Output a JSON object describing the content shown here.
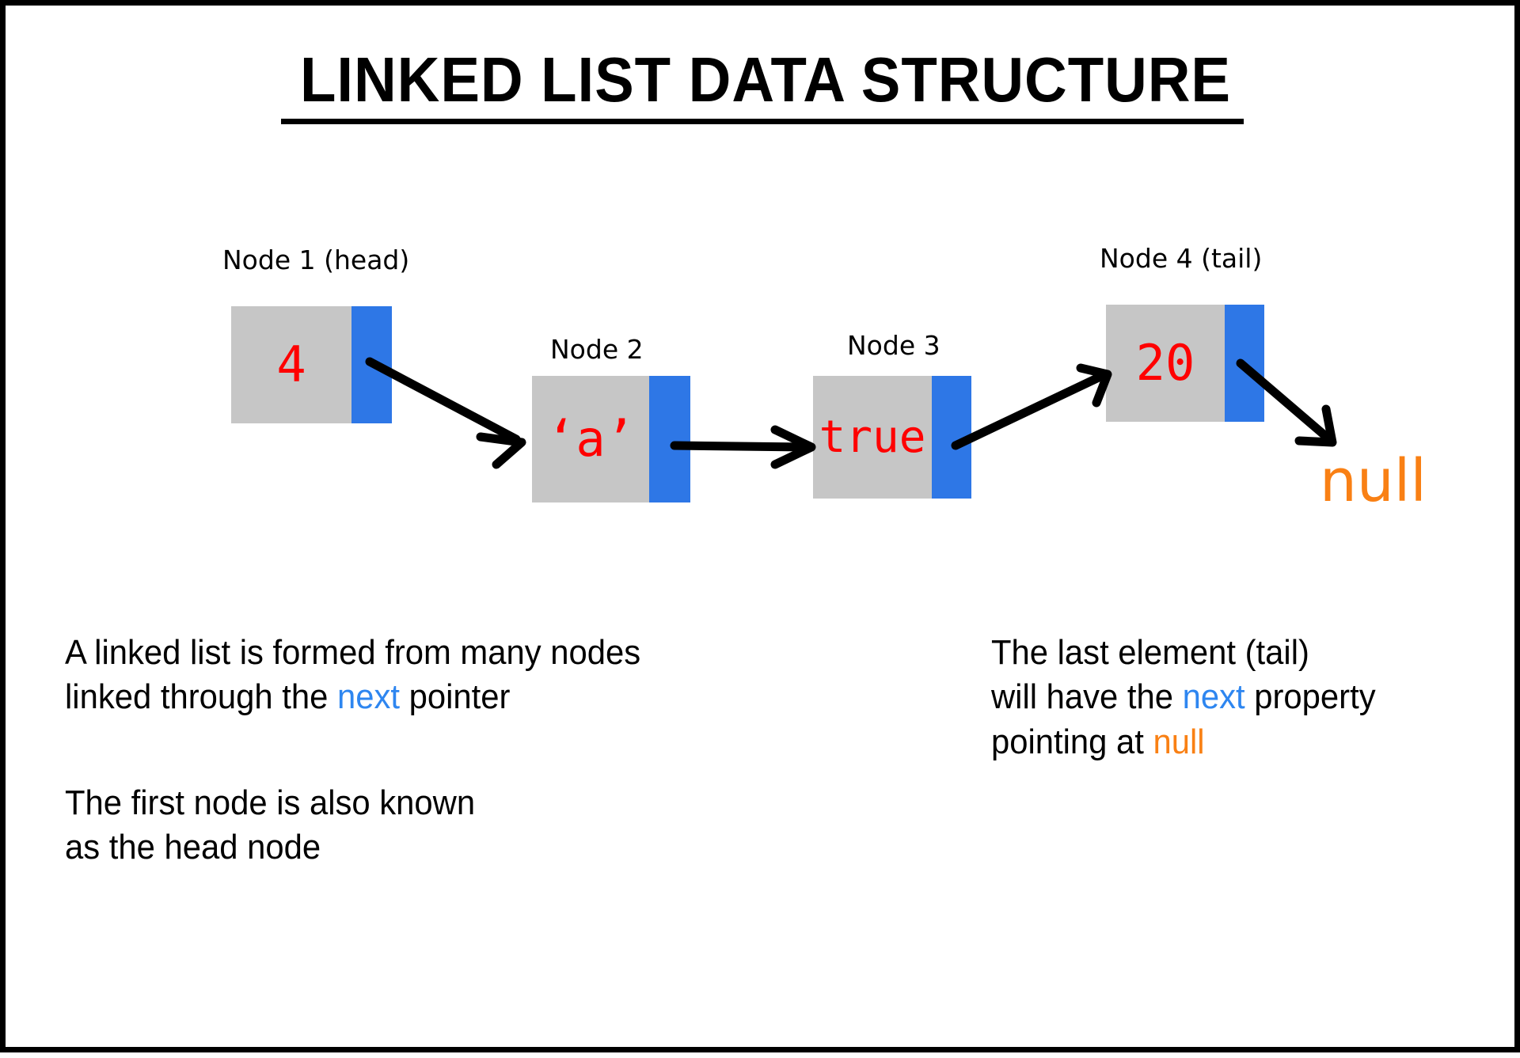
{
  "slide": {
    "title": "LINKED LIST DATA STRUCTURE",
    "background_color": "#ffffff",
    "border_color": "#000000"
  },
  "palette": {
    "node_data_gray": "#c6c6c6",
    "node_next_blue": "#2e77e6",
    "value_red": "#ff0000",
    "null_orange": "#f98014",
    "next_keyword_blue": "#2e86f0",
    "text_black": "#000000"
  },
  "nodes": [
    {
      "label": "Node 1 (head)",
      "value": "4",
      "next_color": "#2e77e6"
    },
    {
      "label": "Node 2",
      "value": "‘a’",
      "next_color": "#2e77e6"
    },
    {
      "label": "Node 3",
      "value": "true",
      "next_color": "#2e77e6"
    },
    {
      "label": "Node 4 (tail)",
      "value": "20",
      "next_color": "#2e77e6"
    }
  ],
  "terminator": {
    "label": "null"
  },
  "notes": {
    "left": [
      {
        "segments": [
          {
            "text": "A linked list is formed from many nodes",
            "style": "plain"
          }
        ]
      },
      {
        "segments": [
          {
            "text": "linked through the ",
            "style": "plain"
          },
          {
            "text": "next",
            "style": "next"
          },
          {
            "text": " pointer",
            "style": "plain"
          }
        ]
      },
      {
        "segments": [
          {
            "text": "The first node is also known",
            "style": "plain"
          }
        ]
      },
      {
        "segments": [
          {
            "text": "as the head node",
            "style": "plain"
          }
        ]
      }
    ],
    "right": [
      {
        "segments": [
          {
            "text": "The last element (tail)",
            "style": "plain"
          }
        ]
      },
      {
        "segments": [
          {
            "text": "will have the ",
            "style": "plain"
          },
          {
            "text": "next",
            "style": "next"
          },
          {
            "text": " property",
            "style": "plain"
          }
        ]
      },
      {
        "segments": [
          {
            "text": "pointing at ",
            "style": "plain"
          },
          {
            "text": "null",
            "style": "null"
          }
        ]
      }
    ]
  },
  "note_blocks": {
    "left_para1_line1": "A linked list is formed from many nodes",
    "left_para1_line2_pre": "linked through the ",
    "left_para1_line2_kw": "next",
    "left_para1_line2_post": " pointer",
    "left_para2_line1": "The first node is also known",
    "left_para2_line2": "as the head node",
    "right_line1": "The last element (tail)",
    "right_line2_pre": "will have the ",
    "right_line2_kw": "next",
    "right_line2_post": " property",
    "right_line3_pre": "pointing at ",
    "right_line3_kw": "null"
  },
  "arrows": [
    {
      "name": "node1-to-node2",
      "from": "node1.next",
      "to": "node2.data"
    },
    {
      "name": "node2-to-node3",
      "from": "node2.next",
      "to": "node3.data"
    },
    {
      "name": "node3-to-node4",
      "from": "node3.next",
      "to": "node4.data"
    },
    {
      "name": "node4-to-null",
      "from": "node4.next",
      "to": "null"
    }
  ]
}
